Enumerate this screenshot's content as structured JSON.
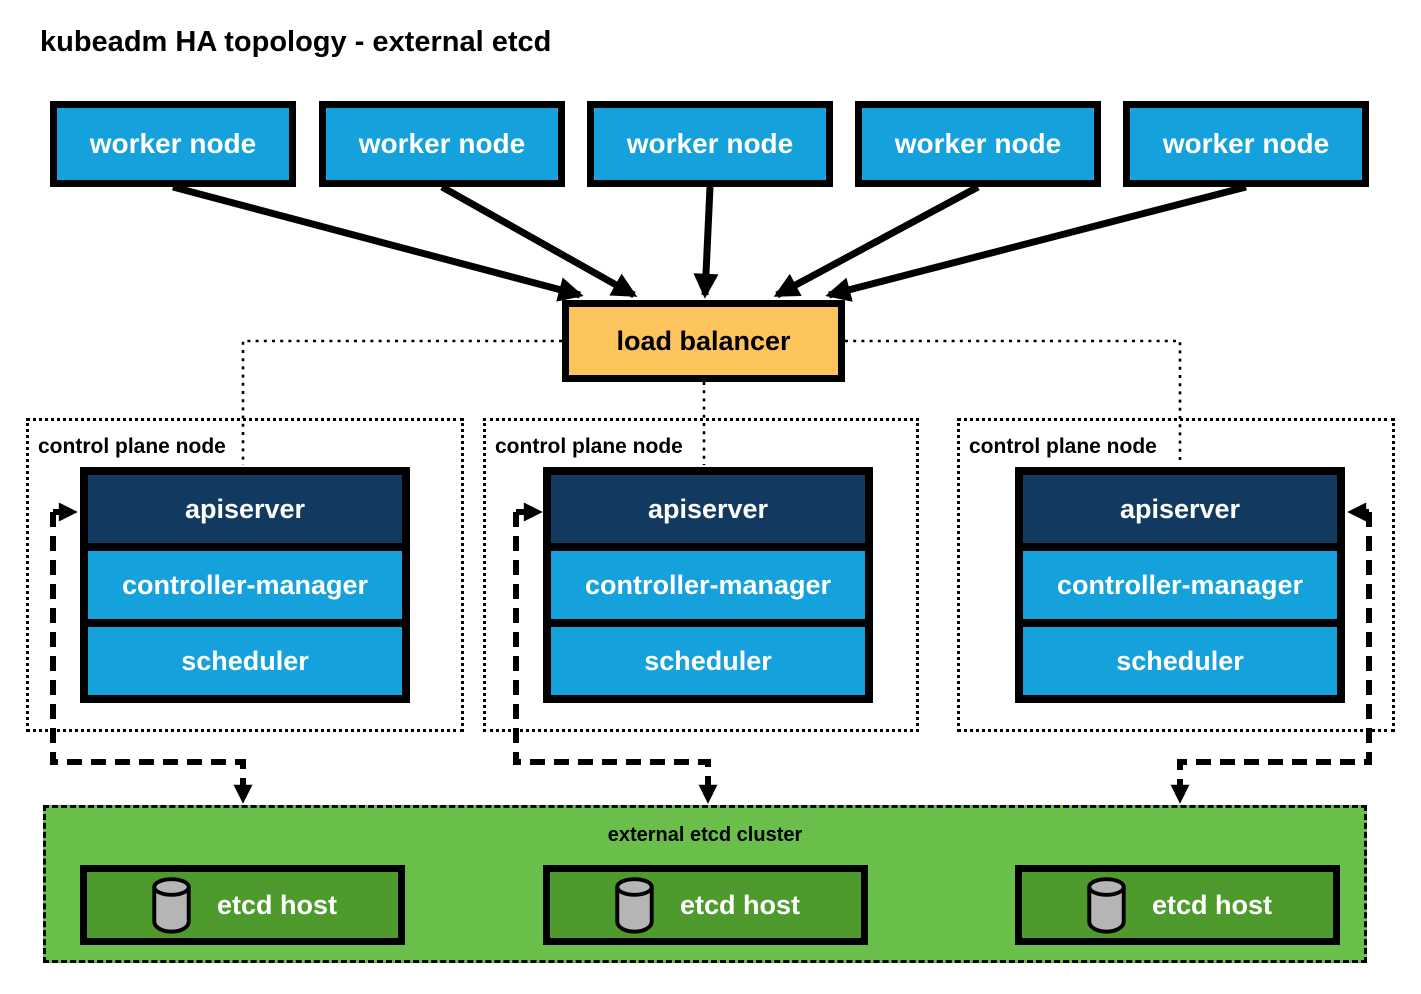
{
  "title": "kubeadm HA topology - external etcd",
  "colors": {
    "node-blue": "#14a1dc",
    "apiserver-navy": "#123a60",
    "lb-orange": "#fbc45c",
    "cluster-green": "#6abf4a",
    "host-green": "#4e9a2d",
    "cylinder-gray": "#b5b5b5",
    "line-black": "#000000"
  },
  "workers": [
    "worker node",
    "worker node",
    "worker node",
    "worker node",
    "worker node"
  ],
  "load_balancer": {
    "label": "load balancer"
  },
  "control_planes": [
    {
      "node_label": "control plane node",
      "components": [
        "apiserver",
        "controller-manager",
        "scheduler"
      ]
    },
    {
      "node_label": "control plane node",
      "components": [
        "apiserver",
        "controller-manager",
        "scheduler"
      ]
    },
    {
      "node_label": "control plane node",
      "components": [
        "apiserver",
        "controller-manager",
        "scheduler"
      ]
    }
  ],
  "etcd_cluster": {
    "label": "external etcd cluster",
    "hosts": [
      {
        "label": "etcd host",
        "icon": "database-cylinder-icon"
      },
      {
        "label": "etcd host",
        "icon": "database-cylinder-icon"
      },
      {
        "label": "etcd host",
        "icon": "database-cylinder-icon"
      }
    ]
  }
}
